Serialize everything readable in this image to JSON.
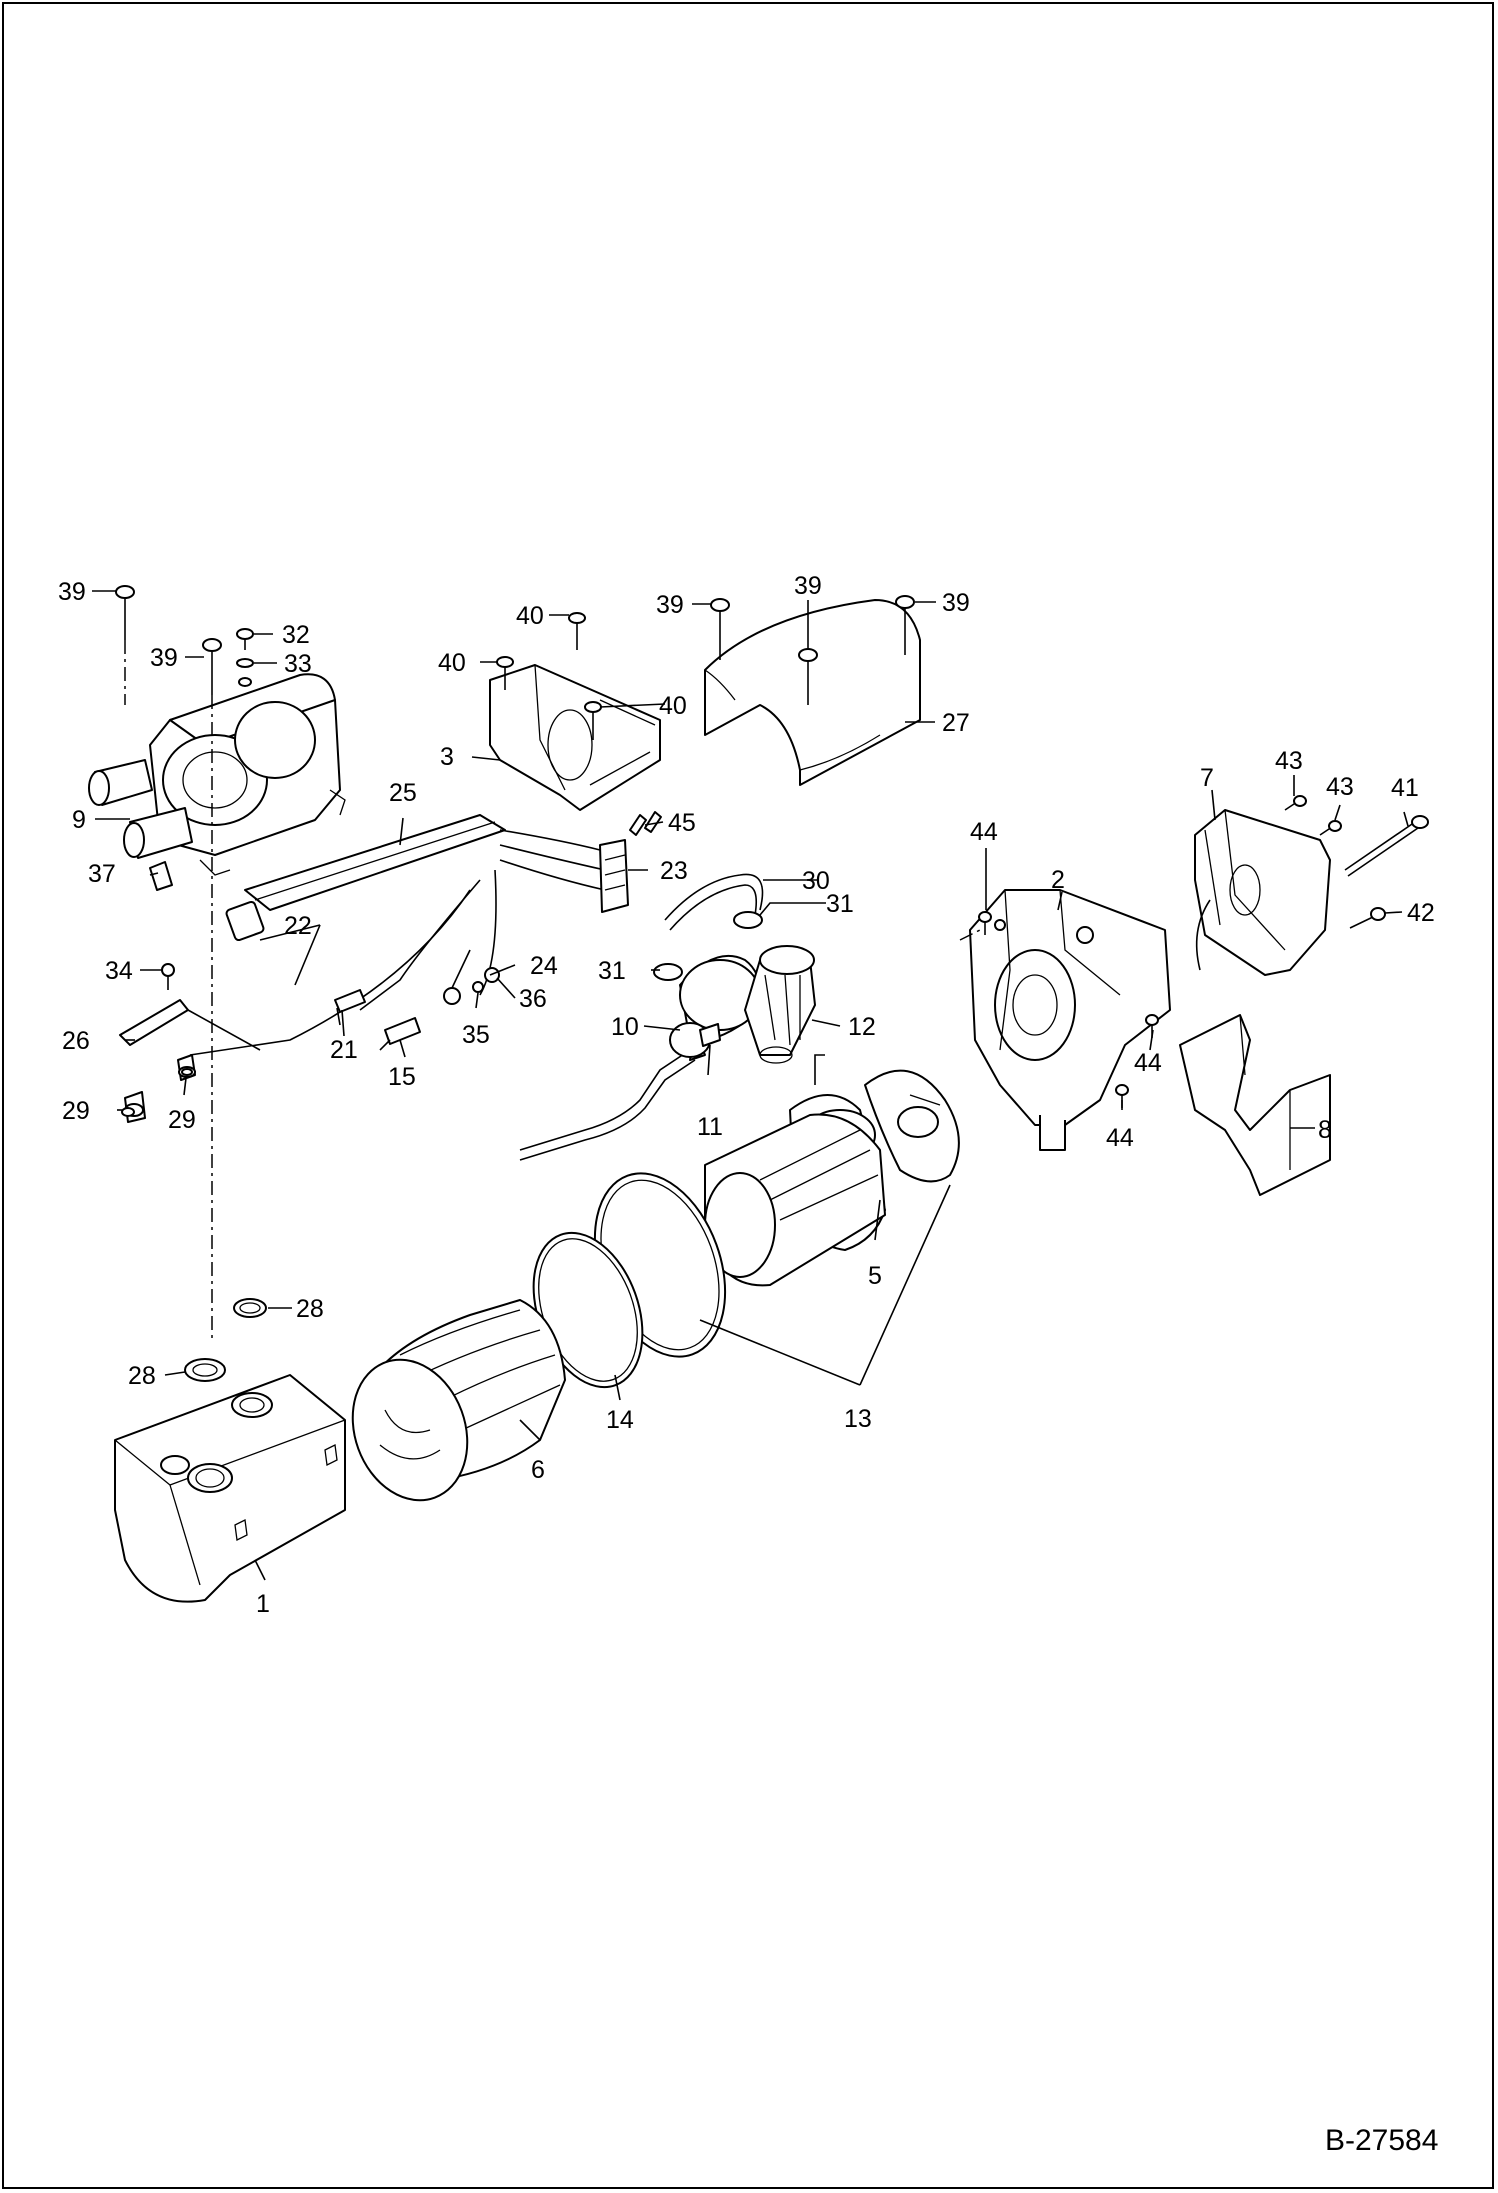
{
  "document_id": "B-27584",
  "callouts": {
    "c1": "1",
    "c2": "2",
    "c3": "3",
    "c5": "5",
    "c6": "6",
    "c7": "7",
    "c8": "8",
    "c9": "9",
    "c10": "10",
    "c11": "11",
    "c12": "12",
    "c13": "13",
    "c14": "14",
    "c15": "15",
    "c21": "21",
    "c22": "22",
    "c23": "23",
    "c24": "24",
    "c25": "25",
    "c26": "26",
    "c27": "27",
    "c28a": "28",
    "c28b": "28",
    "c29a": "29",
    "c29b": "29",
    "c30": "30",
    "c31a": "31",
    "c31b": "31",
    "c32": "32",
    "c33": "33",
    "c34": "34",
    "c35": "35",
    "c36": "36",
    "c37": "37",
    "c39a": "39",
    "c39b": "39",
    "c39c": "39",
    "c39d": "39",
    "c39e": "39",
    "c40a": "40",
    "c40b": "40",
    "c40c": "40",
    "c41": "41",
    "c42": "42",
    "c43a": "43",
    "c43b": "43",
    "c44a": "44",
    "c44b": "44",
    "c44c": "44",
    "c45": "45"
  }
}
